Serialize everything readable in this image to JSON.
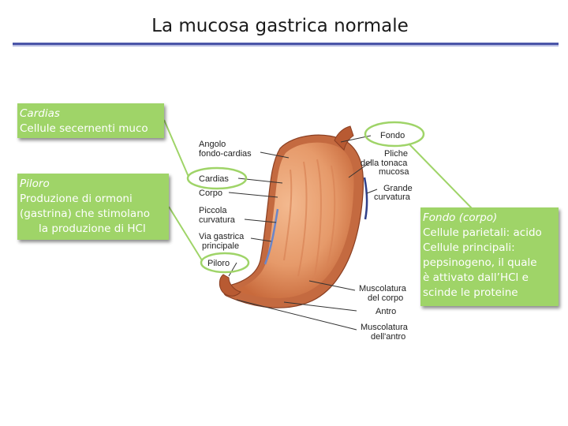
{
  "slide": {
    "title": "La mucosa gastrica normale"
  },
  "callouts": {
    "cardias": {
      "heading": "Cardias",
      "lines": [
        "Cellule secernenti muco"
      ]
    },
    "piloro": {
      "heading": "Piloro",
      "lines": [
        "Produzione di ormoni",
        "(gastrina) che stimolano",
        "la produzione di HCl"
      ]
    },
    "fondo": {
      "heading": "Fondo (corpo)",
      "lines": [
        "Cellule parietali: acido",
        "Cellule principali:",
        "pepsinogeno, il quale",
        "è attivato dall’HCl e",
        "scinde le proteine"
      ]
    }
  },
  "diagram_labels": {
    "angolo_1": "Angolo",
    "angolo_2": "fondo-cardias",
    "cardias": "Cardias",
    "corpo": "Corpo",
    "piccola_1": "Piccola",
    "piccola_2": "curvatura",
    "via_1": "Via gastrica",
    "via_2": "principale",
    "piloro": "Piloro",
    "fondo": "Fondo",
    "pliche_1": "Pliche",
    "pliche_2": "della tonaca",
    "pliche_3": "mucosa",
    "grande_1": "Grande",
    "grande_2": "curvatura",
    "musc_corpo_1": "Muscolatura",
    "musc_corpo_2": "del corpo",
    "antro": "Antro",
    "musc_antro_1": "Muscolatura",
    "musc_antro_2": "dell'antro"
  },
  "colors": {
    "callout_bg": "#9fd468",
    "highlight_oval": "#9fd468",
    "title_rule": "#4a55a8"
  }
}
